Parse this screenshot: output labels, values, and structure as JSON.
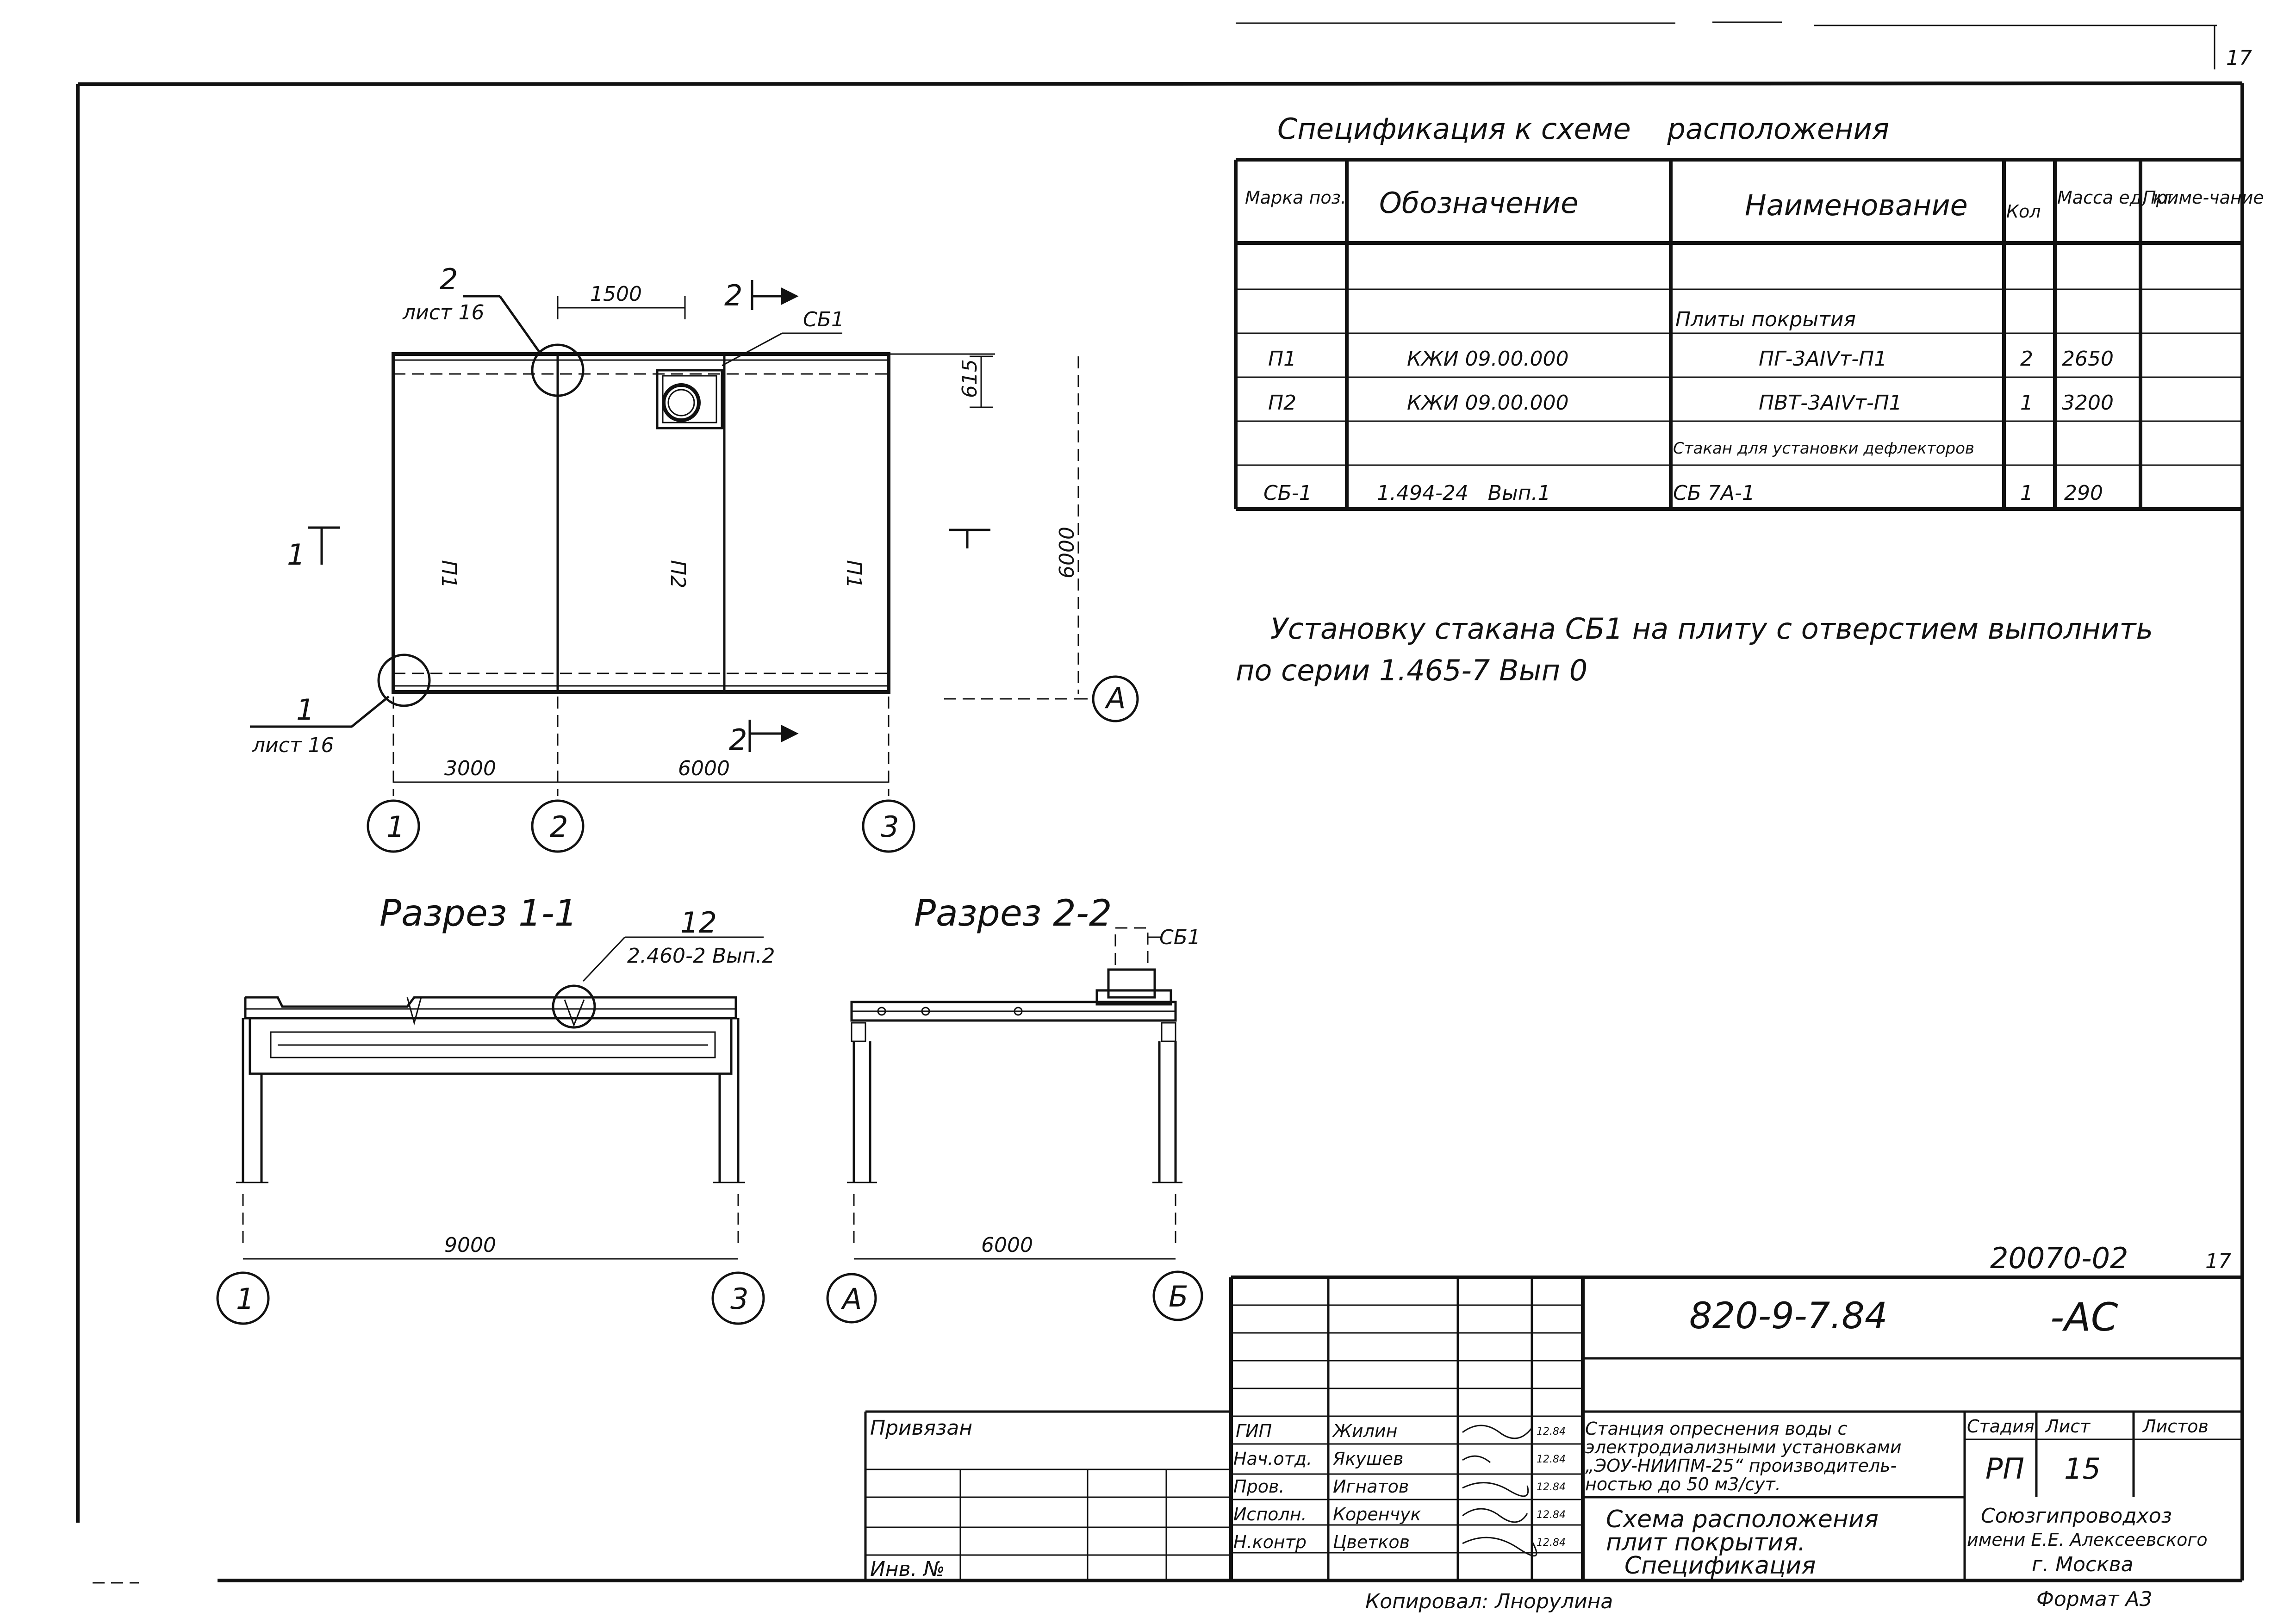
{
  "spec": {
    "title": "Спецификация к схеме    расположения",
    "headers": [
      "Марка поз.",
      "Обозначение",
      "Наименование",
      "Кол",
      "Масса ед, кг.",
      "Приме-чание"
    ],
    "rows": [
      [
        "",
        "",
        "",
        "",
        "",
        ""
      ],
      [
        "",
        "",
        "Плиты покрытия",
        "",
        "",
        ""
      ],
      [
        "П1",
        "КЖИ 09.00.000",
        "ПГ-3АIVт-П1",
        "2",
        "2650",
        ""
      ],
      [
        "П2",
        "КЖИ 09.00.000",
        "ПВТ-3АIVт-П1",
        "1",
        "3200",
        ""
      ],
      [
        "",
        "",
        "Стакан для установки дефлекторов",
        "",
        "",
        ""
      ],
      [
        "СБ-1",
        "1.494-24   Вып.1",
        "СБ 7А-1",
        "1",
        "290",
        ""
      ]
    ]
  },
  "note": {
    "line1": "Установку стакана СБ1  на плиту с отверстием выполнить",
    "line2": "по серии 1.465-7  Вып 0"
  },
  "plan": {
    "callout2_num": "2",
    "callout2_sheet": "лист 16",
    "callout1_num": "1",
    "callout1_sheet": "лист 16",
    "dim_1500": "1500",
    "dim_615": "615",
    "dim_6000_v": "6000",
    "dim_3000": "3000",
    "dim_6000_h": "6000",
    "label_sb1": "СБ1",
    "cut2": "2",
    "cut1": "1",
    "panel_left": "П1",
    "panel_mid": "П2",
    "panel_right": "П1",
    "axis1": "1",
    "axis2": "2",
    "axis3": "3",
    "axisA": "А"
  },
  "section11": {
    "title": "Разрез 1-1",
    "callout_num": "12",
    "callout_ref": "2.460-2 Вып.2",
    "dim": "9000",
    "axis_left": "1",
    "axis_right": "3"
  },
  "section22": {
    "title": "Разрез 2-2",
    "label_sb1": "СБ1",
    "dim": "6000",
    "axis_left": "А",
    "axis_right": "Б"
  },
  "title_block": {
    "doc_no": "20070-02",
    "sheet_corner": "17",
    "code": "820-9-7.84",
    "suffix": "-АС",
    "privyazan": "Привязан",
    "inv": "Инв. №",
    "roles": [
      {
        "role": "ГИП",
        "name": "Жилин",
        "date": "12.84"
      },
      {
        "role": "Нач.отд.",
        "name": "Якушев",
        "date": "12.84"
      },
      {
        "role": "Пров.",
        "name": "Игнатов",
        "date": "12.84"
      },
      {
        "role": "Исполн.",
        "name": "Коренчук",
        "date": "12.84"
      },
      {
        "role": "Н.контр",
        "name": "Цветков",
        "date": "12.84"
      }
    ],
    "project": [
      "Станция опреснения воды с",
      "электродиализными установками",
      "„ЭОУ-НИИПМ-25“ производитель-",
      "ностью до 50 м3/сут."
    ],
    "sheet_title": [
      "Схема расположения",
      "плит покрытия.",
      "Спецификация"
    ],
    "stage_hdr": "Стадия",
    "sheet_hdr": "Лист",
    "sheets_hdr": "Листов",
    "stage": "РП",
    "sheet": "15",
    "org": [
      "Союзгипроводхоз",
      "имени Е.Е. Алексеевского",
      "г. Москва"
    ],
    "copied": "Копировал: Лнорулина",
    "format": "Формат А3",
    "top_corner": "17"
  }
}
